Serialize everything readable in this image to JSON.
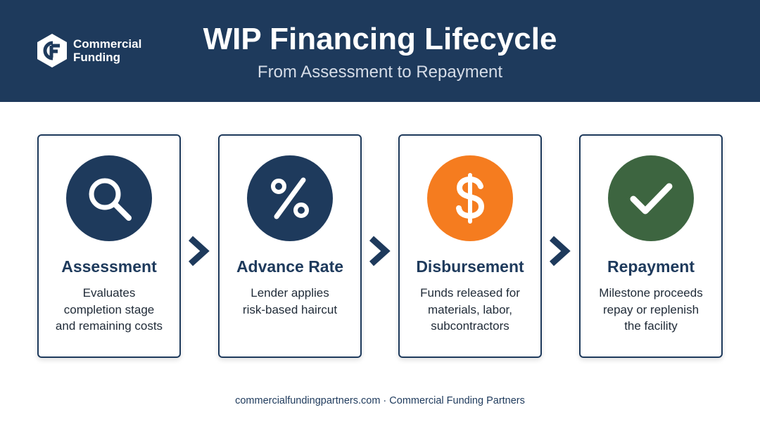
{
  "header": {
    "brand": {
      "line1": "Commercial",
      "line2": "Funding"
    },
    "title": "WIP Financing Lifecycle",
    "subtitle": "From Assessment to Repayment"
  },
  "colors": {
    "navy": "#1e3a5c",
    "orange": "#f57c1f",
    "green": "#3d6540",
    "white": "#ffffff"
  },
  "steps": [
    {
      "title": "Assessment",
      "desc_lines": [
        "Evaluates",
        "completion stage",
        "and remaining costs"
      ],
      "icon": "magnifier-icon",
      "icon_color": "#1e3a5c"
    },
    {
      "title": "Advance Rate",
      "desc_lines": [
        "Lender applies",
        "risk-based haircut"
      ],
      "icon": "percent-icon",
      "icon_color": "#1e3a5c"
    },
    {
      "title": "Disbursement",
      "desc_lines": [
        "Funds released for",
        "materials, labor,",
        "subcontractors"
      ],
      "icon": "dollar-icon",
      "icon_color": "#f57c1f"
    },
    {
      "title": "Repayment",
      "desc_lines": [
        "Milestone proceeds",
        "repay or replenish",
        "the facility"
      ],
      "icon": "checkmark-icon",
      "icon_color": "#3d6540"
    }
  ],
  "connectors": [
    "chevron-right-icon",
    "chevron-right-icon",
    "chevron-right-icon"
  ],
  "footer": {
    "text": "commercialfundingpartners.com · Commercial Funding Partners"
  }
}
